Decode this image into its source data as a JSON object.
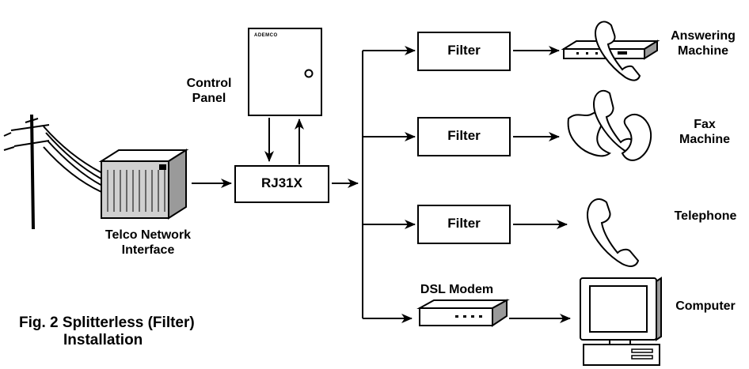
{
  "figure": {
    "caption_line1": "Fig. 2  Splitterless (Filter)",
    "caption_line2": "Installation"
  },
  "nodes": {
    "telco_line1": "Telco Network",
    "telco_line2": "Interface",
    "control_line1": "Control",
    "control_line2": "Panel",
    "control_brand": "ADEMCO",
    "rj31x": "RJ31X",
    "filter": "Filter",
    "dsl_modem": "DSL Modem",
    "answering_line1": "Answering",
    "answering_line2": "Machine",
    "fax_line1": "Fax",
    "fax_line2": "Machine",
    "telephone": "Telephone",
    "computer": "Computer"
  },
  "colors": {
    "ink": "#000000",
    "shading": "#bdbdbd",
    "background": "#ffffff"
  }
}
